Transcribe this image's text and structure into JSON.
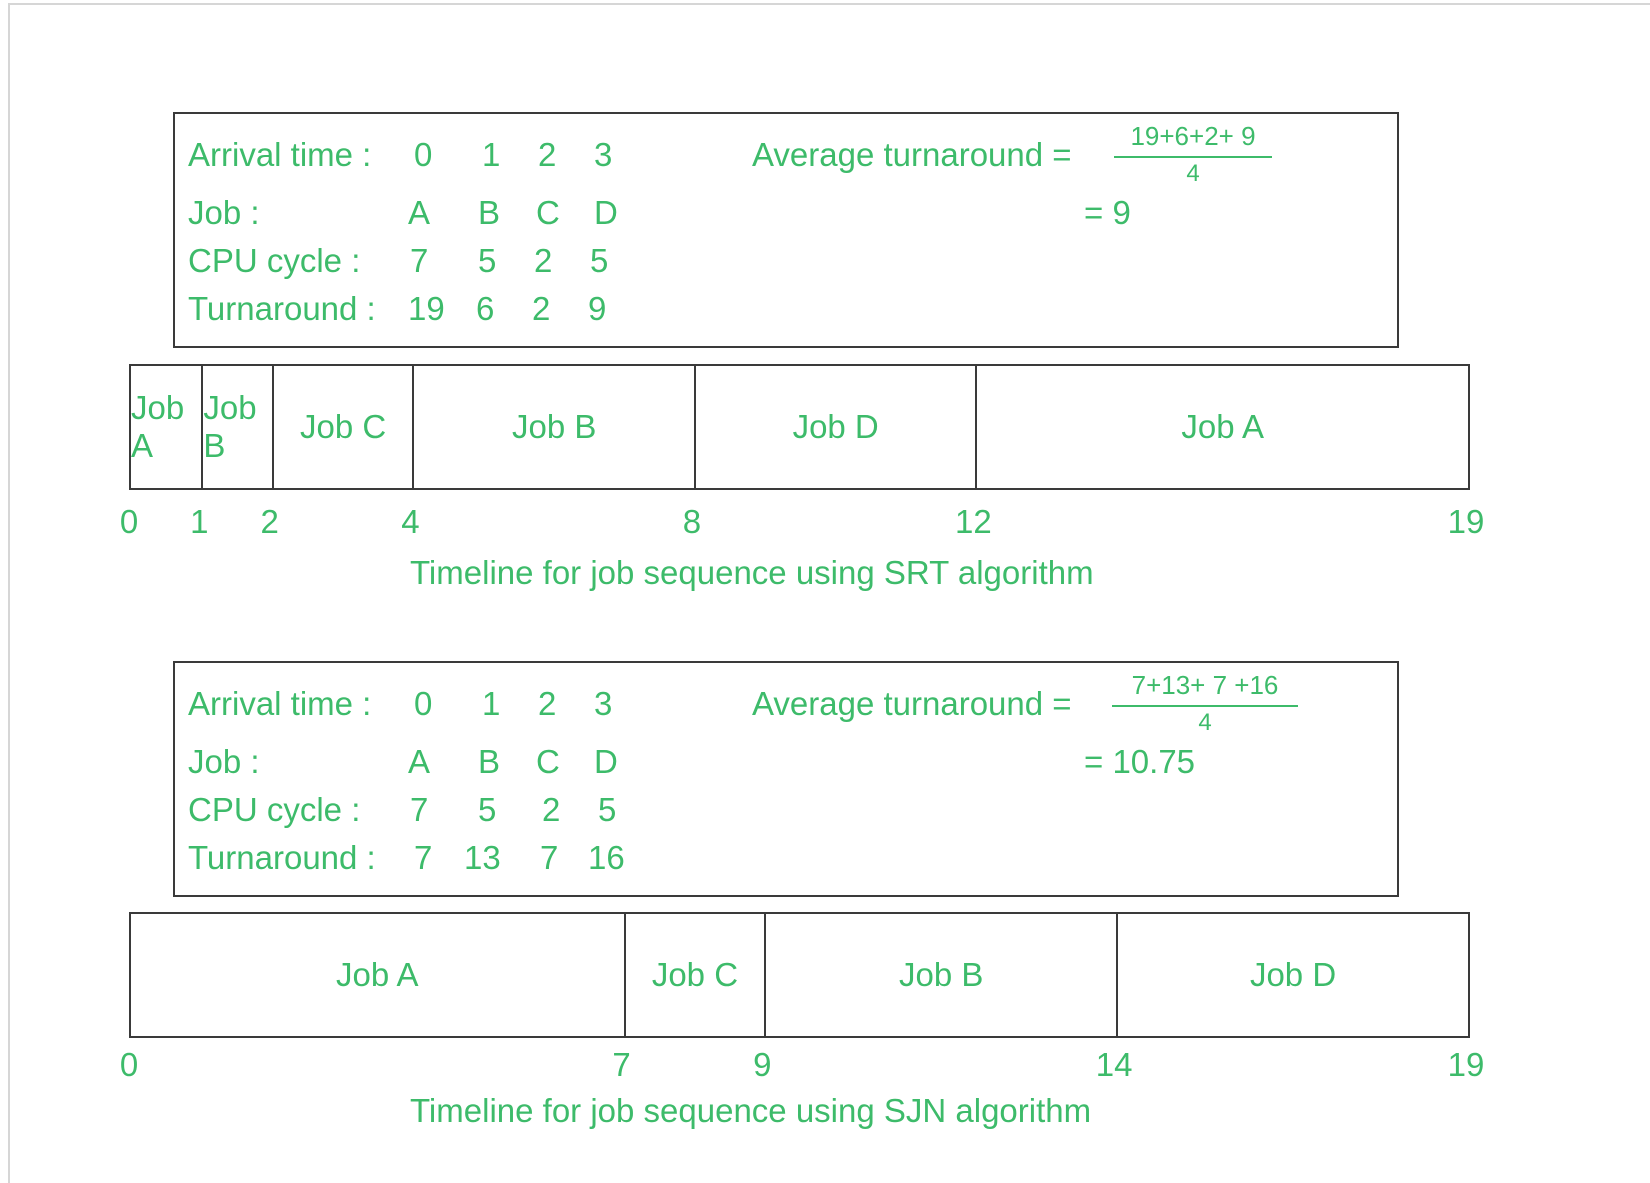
{
  "srt": {
    "rows": [
      {
        "label": "Arrival time :",
        "values": [
          "0",
          "1",
          "2",
          "3"
        ]
      },
      {
        "label": "Job :",
        "values": [
          "A",
          "B",
          "C",
          "D"
        ]
      },
      {
        "label": "CPU cycle :",
        "values": [
          "7",
          "5",
          "2",
          "5"
        ]
      },
      {
        "label": "Turnaround :",
        "values": [
          "19",
          "6",
          "2",
          "9"
        ]
      }
    ],
    "avg_label": "Average turnaround =",
    "avg_numerator": "19+6+2+ 9",
    "avg_denominator": "4",
    "avg_result": "= 9",
    "timeline": {
      "segments": [
        {
          "label": "Job A",
          "start": 0,
          "end": 1
        },
        {
          "label": "Job B",
          "start": 1,
          "end": 2
        },
        {
          "label": "Job C",
          "start": 2,
          "end": 4
        },
        {
          "label": "Job B",
          "start": 4,
          "end": 8
        },
        {
          "label": "Job D",
          "start": 8,
          "end": 12
        },
        {
          "label": "Job A",
          "start": 12,
          "end": 19
        }
      ],
      "ticks": [
        "0",
        "1",
        "2",
        "4",
        "8",
        "12",
        "19"
      ]
    },
    "caption": "Timeline for job sequence using SRT algorithm"
  },
  "sjn": {
    "rows": [
      {
        "label": "Arrival time :",
        "values": [
          "0",
          "1",
          "2",
          "3"
        ]
      },
      {
        "label": "Job :",
        "values": [
          "A",
          "B",
          "C",
          "D"
        ]
      },
      {
        "label": "CPU cycle :",
        "values": [
          "7",
          "5",
          "2",
          "5"
        ]
      },
      {
        "label": "Turnaround :",
        "values": [
          "7",
          "13",
          "7",
          "16"
        ]
      }
    ],
    "avg_label": "Average turnaround =",
    "avg_numerator": "7+13+ 7 +16",
    "avg_denominator": "4",
    "avg_result": "= 10.75",
    "timeline": {
      "segments": [
        {
          "label": "Job A",
          "start": 0,
          "end": 7
        },
        {
          "label": "Job C",
          "start": 7,
          "end": 9
        },
        {
          "label": "Job B",
          "start": 9,
          "end": 14
        },
        {
          "label": "Job D",
          "start": 14,
          "end": 19
        }
      ],
      "ticks": [
        "0",
        "7",
        "9",
        "14",
        "19"
      ]
    },
    "caption": "Timeline for job sequence using SJN algorithm"
  }
}
